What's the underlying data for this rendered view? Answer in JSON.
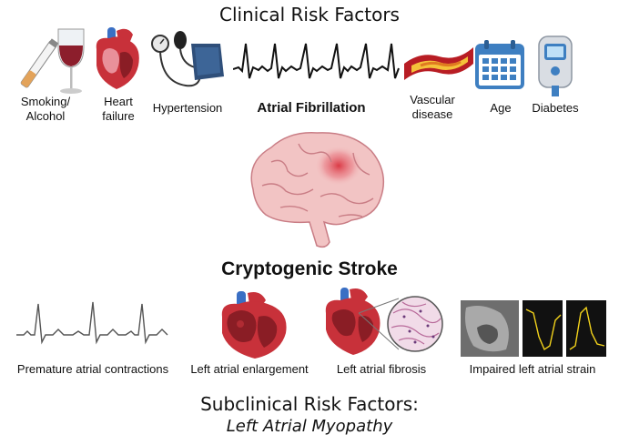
{
  "top": {
    "title": "Clinical Risk Factors",
    "factors": [
      {
        "label_line1": "Smoking/",
        "label_line2": "Alcohol",
        "icon": "cigarette-wine-icon"
      },
      {
        "label_line1": "Heart",
        "label_line2": "failure",
        "icon": "enlarged-heart-icon"
      },
      {
        "label_line1": "Hypertension",
        "label_line2": "",
        "icon": "blood-pressure-cuff-icon"
      },
      {
        "label_line1": "Atrial Fibrillation",
        "label_line2": "",
        "icon": "ecg-afib-icon"
      },
      {
        "label_line1": "Vascular",
        "label_line2": "disease",
        "icon": "plaque-artery-icon"
      },
      {
        "label_line1": "Age",
        "label_line2": "",
        "icon": "calendar-icon"
      },
      {
        "label_line1": "Diabetes",
        "label_line2": "",
        "icon": "glucose-meter-icon"
      }
    ]
  },
  "center": {
    "label": "Cryptogenic Stroke",
    "icon": "brain-stroke-icon"
  },
  "bottom": {
    "factors": [
      {
        "label": "Premature atrial contractions",
        "icon": "ecg-pac-icon"
      },
      {
        "label": "Left atrial enlargement",
        "icon": "heart-la-enlargement-icon"
      },
      {
        "label": "Left atrial fibrosis",
        "icon": "heart-fibrosis-icon"
      },
      {
        "label": "Impaired left atrial strain",
        "icon": "echo-strain-icon"
      }
    ],
    "title": "Subclinical Risk Factors:",
    "subtitle": "Left Atrial Myopathy"
  },
  "colors": {
    "heart_red": "#c8313a",
    "heart_blue": "#3a6fc4",
    "brain_pink": "#f2c4c4",
    "calendar_blue": "#3e7fc1"
  }
}
